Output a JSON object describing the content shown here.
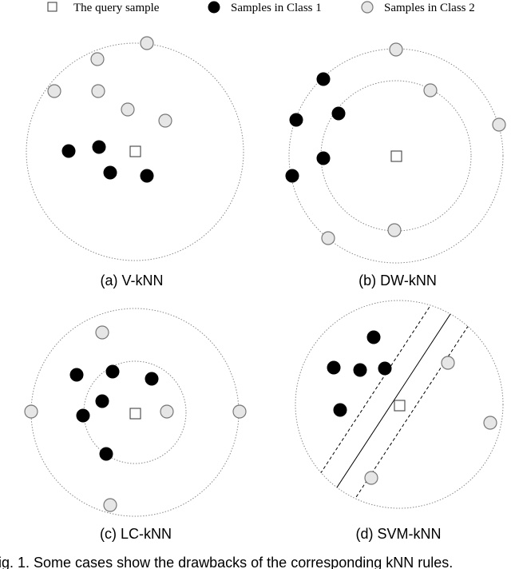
{
  "legend": {
    "query_label": "The query sample",
    "class1_label": "Samples in Class 1",
    "class2_label": "Samples in Class 2"
  },
  "panels": [
    {
      "label": "(a) V-kNN"
    },
    {
      "label": "(b) DW-kNN"
    },
    {
      "label": "(c) LC-kNN"
    },
    {
      "label": "(d) SVM-kNN"
    }
  ],
  "caption": "ig. 1. Some cases show the drawbacks of the corresponding kNN rules.",
  "colors": {
    "class1": "#000000",
    "class2": "#e6e6e6",
    "query": "#ffffff",
    "ring": "#8a8a8a"
  }
}
